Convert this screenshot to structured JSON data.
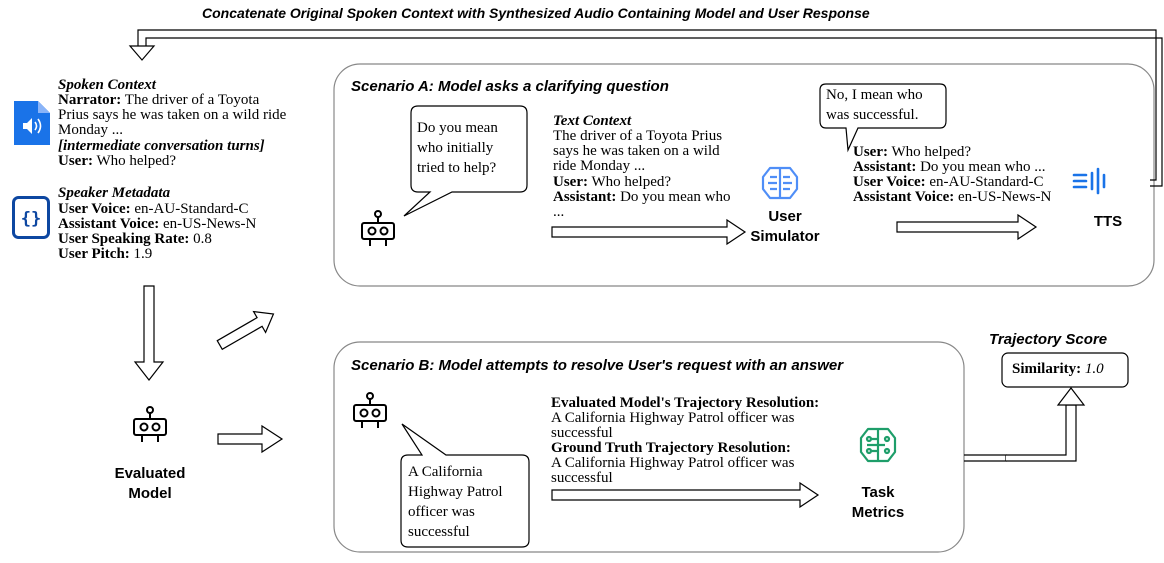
{
  "top_caption": "Concatenate Original Spoken Context with Synthesized Audio Containing Model and User Response",
  "spoken_context": {
    "title": "Spoken Context",
    "narrator_label": "Narrator:",
    "narrator_line1": "The driver of a Toyota",
    "narrator_line2": "Prius says he was taken on a wild ride",
    "narrator_line3": "Monday ...",
    "intermediate": "[intermediate conversation turns]",
    "user_label": "User:",
    "user_text": "Who helped?"
  },
  "speaker_metadata": {
    "title": "Speaker Metadata",
    "rows": [
      {
        "label": "User Voice:",
        "value": "en-AU-Standard-C"
      },
      {
        "label": "Assistant Voice:",
        "value": "en-US-News-N"
      },
      {
        "label": "User Speaking Rate:",
        "value": "0.8"
      },
      {
        "label": "User Pitch:",
        "value": "1.9"
      }
    ]
  },
  "evaluated_model": {
    "line1": "Evaluated",
    "line2": "Model"
  },
  "scenario_a": {
    "title": "Scenario A: Model asks a clarifying question",
    "bubble_lines": [
      "Do you mean",
      "who initially",
      "tried to help?"
    ],
    "text_context_title": "Text Context",
    "text_context_lines": [
      "The driver of a Toyota Prius",
      "says he was taken on a wild",
      "ride Monday ..."
    ],
    "user_label": "User:",
    "user_text": "Who helped?",
    "assistant_label": "Assistant:",
    "assistant_text": "Do you mean who",
    "ellipsis": "...",
    "sim_bubble_lines": [
      "No, I mean who",
      "was successful."
    ],
    "simulator_line1": "User",
    "simulator_line2": "Simulator",
    "tts_rows": [
      {
        "label": "User:",
        "value": "Who helped?"
      },
      {
        "label": "Assistant:",
        "value": "Do you mean who ..."
      },
      {
        "label": "User Voice:",
        "value": "en-AU-Standard-C"
      },
      {
        "label": "Assistant Voice:",
        "value": "en-US-News-N"
      }
    ],
    "tts_label": "TTS"
  },
  "scenario_b": {
    "title": "Scenario B: Model attempts to resolve User's request with an answer",
    "bubble_lines": [
      "A California",
      "Highway Patrol",
      "officer was",
      "successful"
    ],
    "eval_title": "Evaluated Model's Trajectory Resolution:",
    "eval_lines": [
      "A California Highway Patrol officer was",
      "successful"
    ],
    "gt_title": "Ground Truth Trajectory Resolution:",
    "gt_lines": [
      "A California Highway Patrol officer was",
      "successful"
    ],
    "metrics_line1": "Task",
    "metrics_line2": "Metrics"
  },
  "trajectory": {
    "title": "Trajectory Score",
    "label": "Similarity:",
    "value": "1.0"
  },
  "colors": {
    "audio_icon": "#1a73e8",
    "json_icon": "#0d47a1",
    "simulator_icon": "#4f8ef7",
    "tts_icon": "#1a73e8",
    "metrics_icon": "#1e9e6a"
  }
}
